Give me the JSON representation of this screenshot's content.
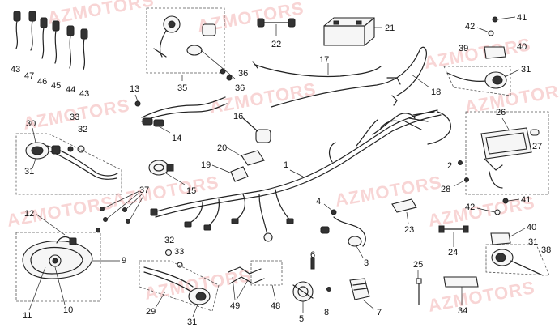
{
  "watermark": "AZMOTORS",
  "callouts": {
    "c1": "1",
    "c2": "2",
    "c3": "3",
    "c4": "4",
    "c5": "5",
    "c6": "6",
    "c7": "7",
    "c8": "8",
    "c9": "9",
    "c10": "10",
    "c11": "11",
    "c12": "12",
    "c13": "13",
    "c14": "14",
    "c15": "15",
    "c16": "16",
    "c17": "17",
    "c18": "18",
    "c19": "19",
    "c20": "20",
    "c21": "21",
    "c22": "22",
    "c23": "23",
    "c24": "24",
    "c25": "25",
    "c26": "26",
    "c27": "27",
    "c28": "28",
    "c29": "29",
    "c30": "30",
    "c31a": "31",
    "c31b": "31",
    "c31c": "31",
    "c31d": "31",
    "c32a": "32",
    "c32b": "32",
    "c33a": "33",
    "c33b": "33",
    "c34": "34",
    "c35": "35",
    "c36a": "36",
    "c36b": "36",
    "c37": "37",
    "c38": "38",
    "c39": "39",
    "c40a": "40",
    "c40b": "40",
    "c41a": "41",
    "c41b": "41",
    "c42a": "42",
    "c42b": "42",
    "c43a": "43",
    "c43b": "43",
    "c44": "44",
    "c45": "45",
    "c46": "46",
    "c47": "47",
    "c48": "48",
    "c49": "49"
  }
}
